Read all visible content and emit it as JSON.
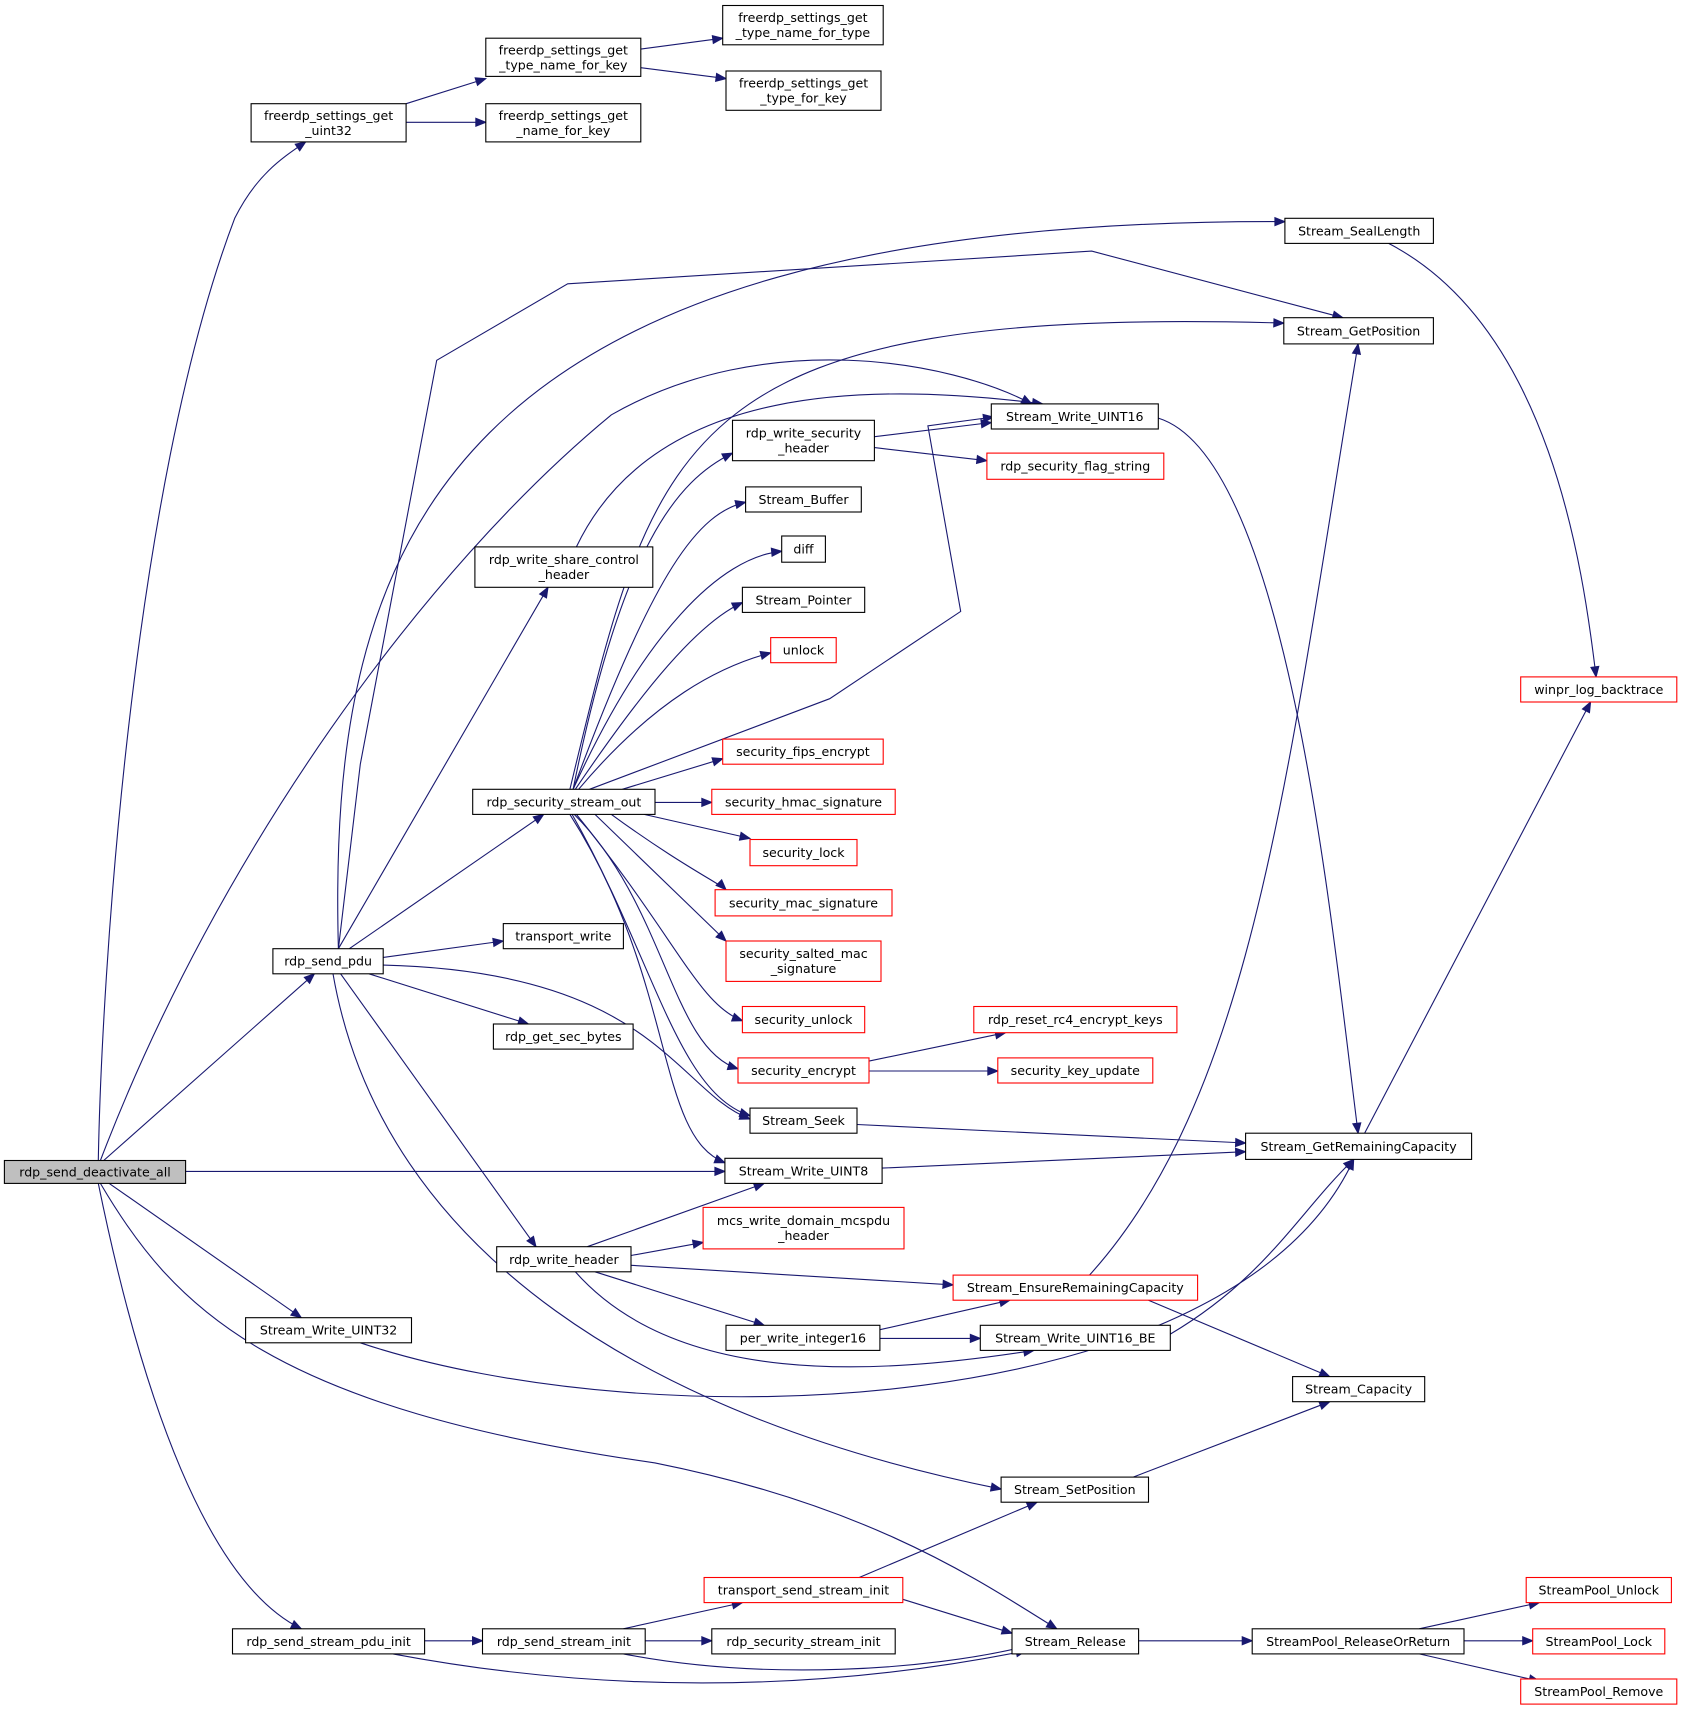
{
  "diagram": {
    "type": "call-graph",
    "colors": {
      "edge": "#191970",
      "node_border": "#000000",
      "external_node_border": "#ff0000",
      "root_fill": "#bfbfbf",
      "background": "#ffffff"
    },
    "nodes": [
      {
        "id": "rdp_send_deactivate_all",
        "lines": [
          "rdp_send_deactivate_all"
        ],
        "style": "root"
      },
      {
        "id": "freerdp_settings_get_uint32",
        "lines": [
          "freerdp_settings_get",
          "_uint32"
        ],
        "style": "normal"
      },
      {
        "id": "freerdp_settings_get_type_name_for_key",
        "lines": [
          "freerdp_settings_get",
          "_type_name_for_key"
        ],
        "style": "normal"
      },
      {
        "id": "freerdp_settings_get_type_name_for_type",
        "lines": [
          "freerdp_settings_get",
          "_type_name_for_type"
        ],
        "style": "normal"
      },
      {
        "id": "freerdp_settings_get_type_for_key",
        "lines": [
          "freerdp_settings_get",
          "_type_for_key"
        ],
        "style": "normal"
      },
      {
        "id": "freerdp_settings_get_name_for_key",
        "lines": [
          "freerdp_settings_get",
          "_name_for_key"
        ],
        "style": "normal"
      },
      {
        "id": "Stream_SealLength",
        "lines": [
          "Stream_SealLength"
        ],
        "style": "normal"
      },
      {
        "id": "Stream_GetPosition",
        "lines": [
          "Stream_GetPosition"
        ],
        "style": "normal"
      },
      {
        "id": "Stream_Write_UINT16",
        "lines": [
          "Stream_Write_UINT16"
        ],
        "style": "normal"
      },
      {
        "id": "rdp_write_security_header",
        "lines": [
          "rdp_write_security",
          "_header"
        ],
        "style": "normal"
      },
      {
        "id": "rdp_security_flag_string",
        "lines": [
          "rdp_security_flag_string"
        ],
        "style": "external"
      },
      {
        "id": "Stream_Buffer",
        "lines": [
          "Stream_Buffer"
        ],
        "style": "normal"
      },
      {
        "id": "rdp_write_share_control_header",
        "lines": [
          "rdp_write_share_control",
          "_header"
        ],
        "style": "normal"
      },
      {
        "id": "diff",
        "lines": [
          "diff"
        ],
        "style": "normal"
      },
      {
        "id": "Stream_Pointer",
        "lines": [
          "Stream_Pointer"
        ],
        "style": "normal"
      },
      {
        "id": "unlock",
        "lines": [
          "unlock"
        ],
        "style": "external"
      },
      {
        "id": "winpr_log_backtrace",
        "lines": [
          "winpr_log_backtrace"
        ],
        "style": "external"
      },
      {
        "id": "security_fips_encrypt",
        "lines": [
          "security_fips_encrypt"
        ],
        "style": "external"
      },
      {
        "id": "rdp_security_stream_out",
        "lines": [
          "rdp_security_stream_out"
        ],
        "style": "normal"
      },
      {
        "id": "security_hmac_signature",
        "lines": [
          "security_hmac_signature"
        ],
        "style": "external"
      },
      {
        "id": "security_lock",
        "lines": [
          "security_lock"
        ],
        "style": "external"
      },
      {
        "id": "security_mac_signature",
        "lines": [
          "security_mac_signature"
        ],
        "style": "external"
      },
      {
        "id": "transport_write",
        "lines": [
          "transport_write"
        ],
        "style": "normal"
      },
      {
        "id": "security_salted_mac_signature",
        "lines": [
          "security_salted_mac",
          "_signature"
        ],
        "style": "external"
      },
      {
        "id": "rdp_send_pdu",
        "lines": [
          "rdp_send_pdu"
        ],
        "style": "normal"
      },
      {
        "id": "security_unlock",
        "lines": [
          "security_unlock"
        ],
        "style": "external"
      },
      {
        "id": "rdp_reset_rc4_encrypt_keys",
        "lines": [
          "rdp_reset_rc4_encrypt_keys"
        ],
        "style": "external"
      },
      {
        "id": "rdp_get_sec_bytes",
        "lines": [
          "rdp_get_sec_bytes"
        ],
        "style": "normal"
      },
      {
        "id": "security_encrypt",
        "lines": [
          "security_encrypt"
        ],
        "style": "external"
      },
      {
        "id": "security_key_update",
        "lines": [
          "security_key_update"
        ],
        "style": "external"
      },
      {
        "id": "Stream_Seek",
        "lines": [
          "Stream_Seek"
        ],
        "style": "normal"
      },
      {
        "id": "Stream_GetRemainingCapacity",
        "lines": [
          "Stream_GetRemainingCapacity"
        ],
        "style": "normal"
      },
      {
        "id": "Stream_Write_UINT8",
        "lines": [
          "Stream_Write_UINT8"
        ],
        "style": "normal"
      },
      {
        "id": "mcs_write_domain_mcspdu_header",
        "lines": [
          "mcs_write_domain_mcspdu",
          "_header"
        ],
        "style": "external"
      },
      {
        "id": "rdp_write_header",
        "lines": [
          "rdp_write_header"
        ],
        "style": "normal"
      },
      {
        "id": "Stream_EnsureRemainingCapacity",
        "lines": [
          "Stream_EnsureRemainingCapacity"
        ],
        "style": "external"
      },
      {
        "id": "Stream_Write_UINT32",
        "lines": [
          "Stream_Write_UINT32"
        ],
        "style": "normal"
      },
      {
        "id": "per_write_integer16",
        "lines": [
          "per_write_integer16"
        ],
        "style": "normal"
      },
      {
        "id": "Stream_Write_UINT16_BE",
        "lines": [
          "Stream_Write_UINT16_BE"
        ],
        "style": "normal"
      },
      {
        "id": "Stream_Capacity",
        "lines": [
          "Stream_Capacity"
        ],
        "style": "normal"
      },
      {
        "id": "Stream_SetPosition",
        "lines": [
          "Stream_SetPosition"
        ],
        "style": "normal"
      },
      {
        "id": "StreamPool_Unlock",
        "lines": [
          "StreamPool_Unlock"
        ],
        "style": "external"
      },
      {
        "id": "transport_send_stream_init",
        "lines": [
          "transport_send_stream_init"
        ],
        "style": "external"
      },
      {
        "id": "rdp_send_stream_pdu_init",
        "lines": [
          "rdp_send_stream_pdu_init"
        ],
        "style": "normal"
      },
      {
        "id": "rdp_send_stream_init",
        "lines": [
          "rdp_send_stream_init"
        ],
        "style": "normal"
      },
      {
        "id": "rdp_security_stream_init",
        "lines": [
          "rdp_security_stream_init"
        ],
        "style": "normal"
      },
      {
        "id": "Stream_Release",
        "lines": [
          "Stream_Release"
        ],
        "style": "normal"
      },
      {
        "id": "StreamPool_ReleaseOrReturn",
        "lines": [
          "StreamPool_ReleaseOrReturn"
        ],
        "style": "normal"
      },
      {
        "id": "StreamPool_Lock",
        "lines": [
          "StreamPool_Lock"
        ],
        "style": "external"
      },
      {
        "id": "StreamPool_Remove",
        "lines": [
          "StreamPool_Remove"
        ],
        "style": "external"
      }
    ],
    "edges": [
      [
        "rdp_send_deactivate_all",
        "freerdp_settings_get_uint32"
      ],
      [
        "freerdp_settings_get_uint32",
        "freerdp_settings_get_type_name_for_key"
      ],
      [
        "freerdp_settings_get_uint32",
        "freerdp_settings_get_name_for_key"
      ],
      [
        "freerdp_settings_get_type_name_for_key",
        "freerdp_settings_get_type_name_for_type"
      ],
      [
        "freerdp_settings_get_type_name_for_key",
        "freerdp_settings_get_type_for_key"
      ],
      [
        "rdp_send_deactivate_all",
        "Stream_Write_UINT16"
      ],
      [
        "rdp_send_deactivate_all",
        "rdp_send_pdu"
      ],
      [
        "rdp_send_deactivate_all",
        "Stream_Write_UINT8"
      ],
      [
        "rdp_send_deactivate_all",
        "Stream_Write_UINT32"
      ],
      [
        "rdp_send_deactivate_all",
        "Stream_Release"
      ],
      [
        "rdp_send_deactivate_all",
        "rdp_send_stream_pdu_init"
      ],
      [
        "rdp_send_pdu",
        "Stream_SealLength"
      ],
      [
        "rdp_send_pdu",
        "Stream_GetPosition"
      ],
      [
        "rdp_send_pdu",
        "rdp_write_share_control_header"
      ],
      [
        "rdp_send_pdu",
        "rdp_security_stream_out"
      ],
      [
        "rdp_send_pdu",
        "transport_write"
      ],
      [
        "rdp_send_pdu",
        "rdp_get_sec_bytes"
      ],
      [
        "rdp_send_pdu",
        "Stream_Seek"
      ],
      [
        "rdp_send_pdu",
        "rdp_write_header"
      ],
      [
        "rdp_send_pdu",
        "Stream_SetPosition"
      ],
      [
        "rdp_write_share_control_header",
        "Stream_Write_UINT16"
      ],
      [
        "rdp_security_stream_out",
        "Stream_GetPosition"
      ],
      [
        "rdp_security_stream_out",
        "Stream_Write_UINT16"
      ],
      [
        "rdp_security_stream_out",
        "rdp_write_security_header"
      ],
      [
        "rdp_security_stream_out",
        "Stream_Buffer"
      ],
      [
        "rdp_security_stream_out",
        "diff"
      ],
      [
        "rdp_security_stream_out",
        "Stream_Pointer"
      ],
      [
        "rdp_security_stream_out",
        "unlock"
      ],
      [
        "rdp_security_stream_out",
        "security_fips_encrypt"
      ],
      [
        "rdp_security_stream_out",
        "security_hmac_signature"
      ],
      [
        "rdp_security_stream_out",
        "security_lock"
      ],
      [
        "rdp_security_stream_out",
        "security_mac_signature"
      ],
      [
        "rdp_security_stream_out",
        "security_salted_mac_signature"
      ],
      [
        "rdp_security_stream_out",
        "security_unlock"
      ],
      [
        "rdp_security_stream_out",
        "security_encrypt"
      ],
      [
        "rdp_security_stream_out",
        "Stream_Seek"
      ],
      [
        "rdp_security_stream_out",
        "Stream_Write_UINT8"
      ],
      [
        "rdp_write_security_header",
        "Stream_Write_UINT16"
      ],
      [
        "rdp_write_security_header",
        "rdp_security_flag_string"
      ],
      [
        "security_encrypt",
        "rdp_reset_rc4_encrypt_keys"
      ],
      [
        "security_encrypt",
        "security_key_update"
      ],
      [
        "Stream_SealLength",
        "winpr_log_backtrace"
      ],
      [
        "Stream_Write_UINT16",
        "Stream_GetRemainingCapacity"
      ],
      [
        "Stream_GetRemainingCapacity",
        "winpr_log_backtrace"
      ],
      [
        "Stream_Seek",
        "Stream_GetRemainingCapacity"
      ],
      [
        "Stream_Write_UINT8",
        "Stream_GetRemainingCapacity"
      ],
      [
        "rdp_write_header",
        "Stream_Write_UINT8"
      ],
      [
        "rdp_write_header",
        "mcs_write_domain_mcspdu_header"
      ],
      [
        "rdp_write_header",
        "Stream_EnsureRemainingCapacity"
      ],
      [
        "rdp_write_header",
        "per_write_integer16"
      ],
      [
        "rdp_write_header",
        "Stream_Write_UINT16_BE"
      ],
      [
        "per_write_integer16",
        "Stream_EnsureRemainingCapacity"
      ],
      [
        "per_write_integer16",
        "Stream_Write_UINT16_BE"
      ],
      [
        "Stream_EnsureRemainingCapacity",
        "Stream_GetPosition"
      ],
      [
        "Stream_EnsureRemainingCapacity",
        "Stream_Capacity"
      ],
      [
        "Stream_Write_UINT16_BE",
        "Stream_GetRemainingCapacity"
      ],
      [
        "Stream_Write_UINT32",
        "Stream_GetRemainingCapacity"
      ],
      [
        "Stream_SetPosition",
        "Stream_Capacity"
      ],
      [
        "rdp_send_stream_pdu_init",
        "rdp_send_stream_init"
      ],
      [
        "rdp_send_stream_pdu_init",
        "Stream_Release"
      ],
      [
        "rdp_send_stream_init",
        "transport_send_stream_init"
      ],
      [
        "rdp_send_stream_init",
        "rdp_security_stream_init"
      ],
      [
        "rdp_send_stream_init",
        "Stream_Release"
      ],
      [
        "transport_send_stream_init",
        "Stream_SetPosition"
      ],
      [
        "transport_send_stream_init",
        "Stream_Release"
      ],
      [
        "Stream_Release",
        "StreamPool_ReleaseOrReturn"
      ],
      [
        "StreamPool_ReleaseOrReturn",
        "StreamPool_Unlock"
      ],
      [
        "StreamPool_ReleaseOrReturn",
        "StreamPool_Lock"
      ],
      [
        "StreamPool_ReleaseOrReturn",
        "StreamPool_Remove"
      ]
    ]
  }
}
